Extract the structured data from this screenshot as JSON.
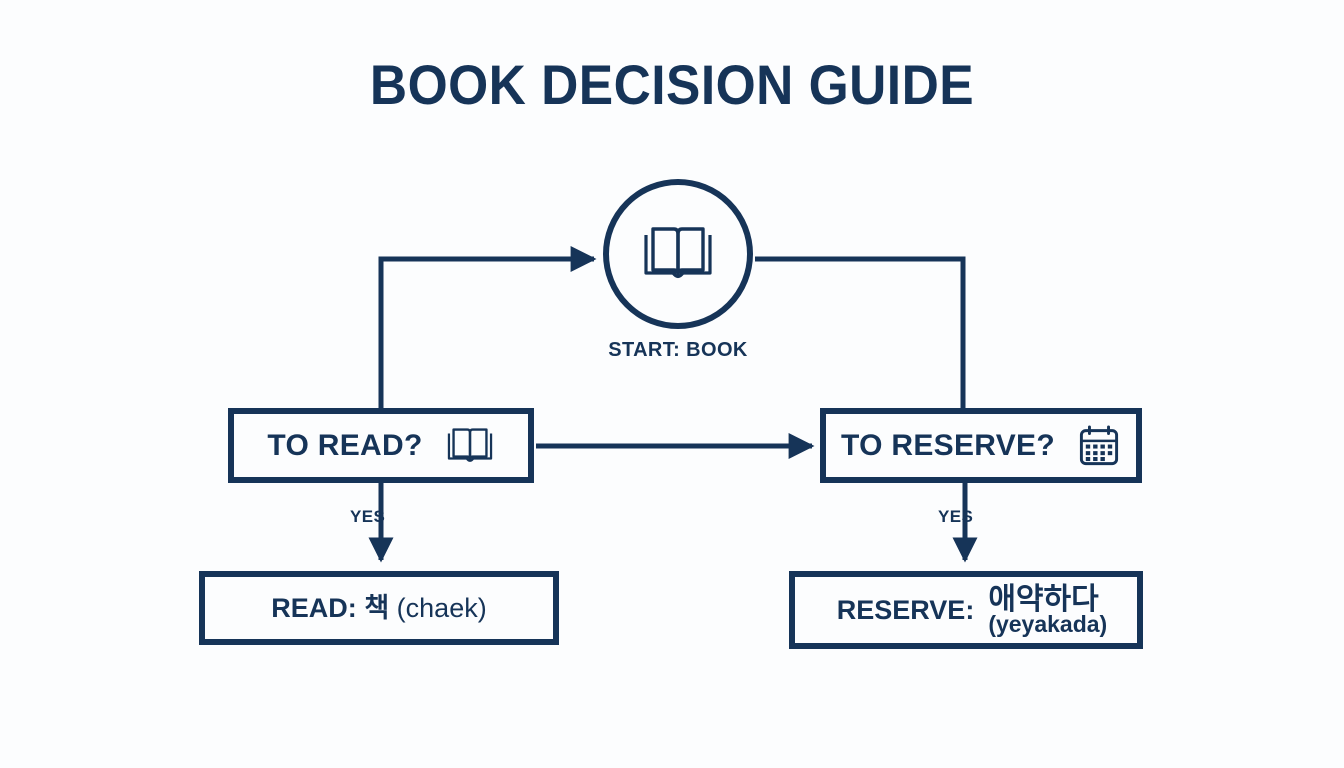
{
  "title": "BOOK DECISION GUIDE",
  "colors": {
    "navy": "#163458",
    "background": "#fcfdfe"
  },
  "diagram": {
    "type": "flowchart",
    "nodes": [
      {
        "id": "start",
        "shape": "circle",
        "label": "START: BOOK",
        "icon": "open-book-icon"
      },
      {
        "id": "to-read",
        "shape": "rectangle",
        "label": "TO READ?",
        "icon": "open-book-icon"
      },
      {
        "id": "to-reserve",
        "shape": "rectangle",
        "label": "TO RESERVE?",
        "icon": "calendar-icon"
      },
      {
        "id": "read-result",
        "shape": "rectangle",
        "label_prefix": "READ:",
        "korean": "책",
        "romanization": "(chaek)"
      },
      {
        "id": "reserve-result",
        "shape": "rectangle",
        "label_prefix": "RESERVE:",
        "korean": "애약하다",
        "romanization": "(yeyakada)"
      }
    ],
    "edges": [
      {
        "from": "to-read",
        "to": "start",
        "label": "",
        "arrow": true
      },
      {
        "from": "start",
        "to": "to-reserve",
        "label": "",
        "arrow": false
      },
      {
        "from": "to-read",
        "to": "to-reserve",
        "label": "",
        "arrow": true
      },
      {
        "from": "to-read",
        "to": "read-result",
        "label": "YES",
        "arrow": true
      },
      {
        "from": "to-reserve",
        "to": "reserve-result",
        "label": "YES",
        "arrow": true
      }
    ],
    "edge_labels": {
      "yes_left": "YES",
      "yes_right": "YES"
    }
  }
}
